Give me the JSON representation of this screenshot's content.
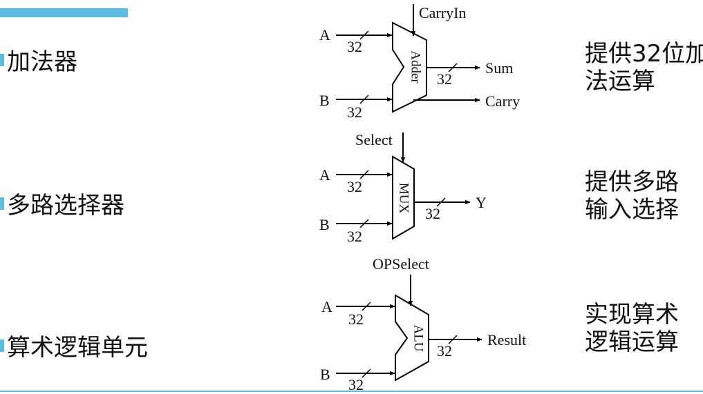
{
  "colors": {
    "accent": "#5bbde0",
    "text": "#111111",
    "line": "#000000"
  },
  "items": [
    {
      "label": "加法器",
      "description": [
        "提供32位加",
        "法运算"
      ]
    },
    {
      "label": "多路选择器",
      "description": [
        "提供多路",
        "输入选择"
      ]
    },
    {
      "label": "算术逻辑单元",
      "description": [
        "实现算术",
        "逻辑运算"
      ]
    }
  ],
  "adder": {
    "block_label": "Adder",
    "control": "CarryIn",
    "input_a": "A",
    "input_b": "B",
    "width_a": "32",
    "width_b": "32",
    "width_out": "32",
    "output_1": "Sum",
    "output_2": "Carry"
  },
  "mux": {
    "block_label": "MUX",
    "control": "Select",
    "input_a": "A",
    "input_b": "B",
    "width_a": "32",
    "width_b": "32",
    "width_out": "32",
    "output_1": "Y"
  },
  "alu": {
    "block_label": "ALU",
    "control": "OPSelect",
    "input_a": "A",
    "input_b": "B",
    "width_a": "32",
    "width_b": "32",
    "width_out": "32",
    "output_1": "Result"
  }
}
